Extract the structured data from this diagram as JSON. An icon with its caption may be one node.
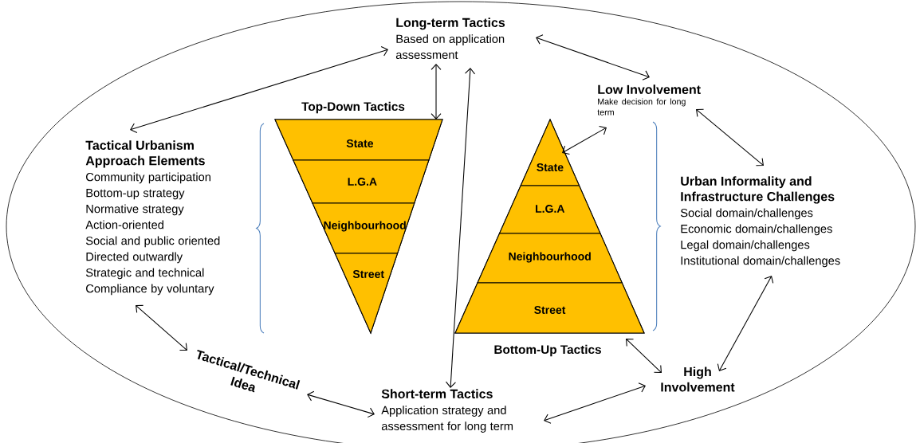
{
  "diagram": {
    "nodes": [
      {
        "text": [
          "Long-term Tactics",
          "Based on application assessment"
        ]
      },
      {
        "text": [
          "Tactical Urbanism Approach Elements",
          "Community participation",
          "Bottom-up strategy",
          "Normative strategy",
          "Action-oriented",
          "Social and public oriented",
          "Directed outwardly",
          "Strategic and technical",
          "Compliance by voluntary"
        ]
      },
      {
        "text": [
          "Low Involvement",
          "Make decision for long term"
        ]
      },
      {
        "text": [
          "Top-Down Tactics"
        ]
      },
      {
        "text": [
          "State"
        ],
        "in": 3
      },
      {
        "text": [
          "L.G.A"
        ],
        "in": 3
      },
      {
        "text": [
          "Neighbourhood"
        ],
        "in": 3
      },
      {
        "text": [
          "Street"
        ],
        "in": 3
      },
      {
        "text": [
          "Bottom-Up Tactics"
        ]
      },
      {
        "text": [
          "State"
        ],
        "in": 8
      },
      {
        "text": [
          "L.G.A"
        ],
        "in": 8
      },
      {
        "text": [
          "Neighbourhood"
        ],
        "in": 8
      },
      {
        "text": [
          "Street"
        ],
        "in": 8
      },
      {
        "text": [
          "Urban Informality and Infrastructure Challenges",
          "Social domain/challenges",
          "Economic domain/challenges",
          "Legal domain/challenges",
          "Institutional domain/challenges"
        ]
      },
      {
        "text": [
          "Tactical/Technical Idea"
        ]
      },
      {
        "text": [
          "Short-term Tactics",
          "Application strategy and assessment for long term"
        ]
      },
      {
        "text": [
          "High Involvement"
        ]
      }
    ],
    "edges": [
      {
        "from": 0,
        "to": 1,
        "arrow": "both"
      },
      {
        "from": 0,
        "to": 3,
        "arrow": "both"
      },
      {
        "from": 0,
        "to": 2,
        "arrow": "both"
      },
      {
        "from": 0,
        "to": 15,
        "arrow": "both"
      },
      {
        "from": 2,
        "to": 8,
        "arrow": "both"
      },
      {
        "from": 2,
        "to": 13,
        "arrow": "both"
      },
      {
        "from": 1,
        "to": 14,
        "arrow": "both"
      },
      {
        "from": 14,
        "to": 15,
        "arrow": "both"
      },
      {
        "from": 15,
        "to": 16,
        "arrow": "both"
      },
      {
        "from": 8,
        "to": 16,
        "arrow": "both"
      },
      {
        "from": 16,
        "to": 13,
        "arrow": "both"
      }
    ]
  }
}
